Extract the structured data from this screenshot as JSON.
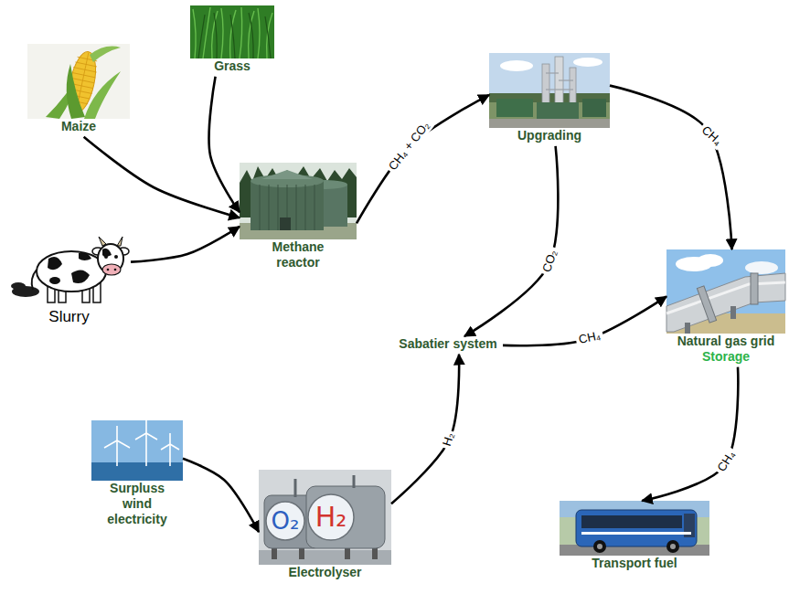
{
  "diagram": {
    "nodes": [
      {
        "text": [
          "Maize"
        ]
      },
      {
        "text": [
          "Grass"
        ]
      },
      {
        "text": [
          "Slurry"
        ]
      },
      {
        "text": [
          "Methane reactor"
        ]
      },
      {
        "text": [
          "Upgrading"
        ]
      },
      {
        "text": [
          "Natural gas grid",
          "Storage"
        ]
      },
      {
        "text": [
          "Sabatier system"
        ]
      },
      {
        "text": [
          "Transport fuel"
        ]
      },
      {
        "text": [
          "Surpluss wind electricity"
        ]
      },
      {
        "text": [
          "Electrolyser"
        ]
      }
    ],
    "edges": [
      {
        "from": 0,
        "to": 3,
        "arrow": "to"
      },
      {
        "from": 1,
        "to": 3,
        "arrow": "to"
      },
      {
        "from": 2,
        "to": 3,
        "arrow": "to"
      },
      {
        "from": 3,
        "to": 4,
        "label": "CH₄ + CO₂",
        "arrow": "to"
      },
      {
        "from": 4,
        "to": 5,
        "label": "CH₄",
        "arrow": "to"
      },
      {
        "from": 4,
        "to": 6,
        "label": "CO₂",
        "arrow": "to"
      },
      {
        "from": 6,
        "to": 5,
        "label": "CH₄",
        "arrow": "to"
      },
      {
        "from": 5,
        "to": 7,
        "label": "CH₄",
        "arrow": "to"
      },
      {
        "from": 8,
        "to": 9,
        "arrow": "to"
      },
      {
        "from": 9,
        "to": 6,
        "label": "H₂",
        "arrow": "to"
      }
    ],
    "labels": [
      "O₂",
      "H₂"
    ]
  }
}
